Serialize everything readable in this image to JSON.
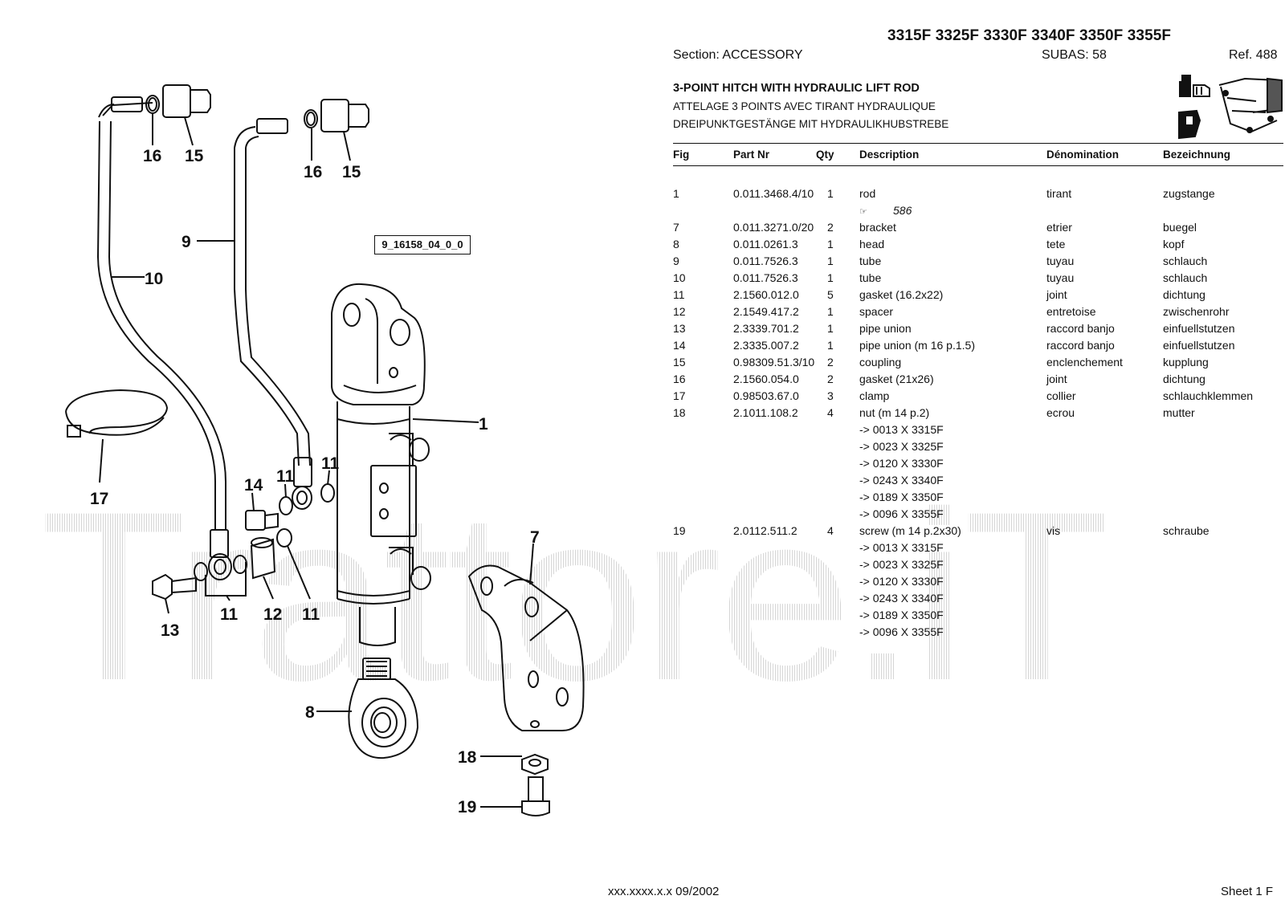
{
  "header": {
    "models": "3315F 3325F 3330F 3340F 3350F 3355F",
    "section": "Section: ACCESSORY",
    "subas": "SUBAS: 58",
    "ref": "Ref. 488",
    "title_en": "3-POINT HITCH WITH HYDRAULIC LIFT ROD",
    "title_fr": "ATTELAGE 3 POINTS AVEC TIRANT HYDRAULIQUE",
    "title_de": "DREIPUNKTGESTÄNGE MIT HYDRAULIKHUBSTREBE"
  },
  "columns": {
    "fig": "Fig",
    "part": "Part Nr",
    "qty": "Qty",
    "desc": "Description",
    "den": "Dénomination",
    "bez": "Bezeichnung"
  },
  "rows": [
    {
      "fig": "1",
      "part": "0.011.3468.4/10",
      "qty": "1",
      "desc": "rod",
      "den": "tirant",
      "bez": "zugstange"
    },
    {
      "note_icon": "pointing-hand-icon",
      "note": "586"
    },
    {
      "fig": "7",
      "part": "0.011.3271.0/20",
      "qty": "2",
      "desc": "bracket",
      "den": "etrier",
      "bez": "buegel"
    },
    {
      "fig": "8",
      "part": "0.011.0261.3",
      "qty": "1",
      "desc": "head",
      "den": "tete",
      "bez": "kopf"
    },
    {
      "fig": "9",
      "part": "0.011.7526.3",
      "qty": "1",
      "desc": "tube",
      "den": "tuyau",
      "bez": "schlauch"
    },
    {
      "fig": "10",
      "part": "0.011.7526.3",
      "qty": "1",
      "desc": "tube",
      "den": "tuyau",
      "bez": "schlauch"
    },
    {
      "fig": "11",
      "part": "2.1560.012.0",
      "qty": "5",
      "desc": "gasket (16.2x22)",
      "den": "joint",
      "bez": "dichtung"
    },
    {
      "fig": "12",
      "part": "2.1549.417.2",
      "qty": "1",
      "desc": "spacer",
      "den": "entretoise",
      "bez": "zwischenrohr"
    },
    {
      "fig": "13",
      "part": "2.3339.701.2",
      "qty": "1",
      "desc": "pipe union",
      "den": "raccord banjo",
      "bez": "einfuellstutzen"
    },
    {
      "fig": "14",
      "part": "2.3335.007.2",
      "qty": "1",
      "desc": "pipe union (m 16 p.1.5)",
      "den": "raccord banjo",
      "bez": "einfuellstutzen"
    },
    {
      "fig": "15",
      "part": "0.98309.51.3/10",
      "qty": "2",
      "desc": "coupling",
      "den": "enclenchement",
      "bez": "kupplung"
    },
    {
      "fig": "16",
      "part": "2.1560.054.0",
      "qty": "2",
      "desc": "gasket (21x26)",
      "den": "joint",
      "bez": "dichtung"
    },
    {
      "fig": "17",
      "part": "0.98503.67.0",
      "qty": "3",
      "desc": "clamp",
      "den": "collier",
      "bez": "schlauchklemmen"
    },
    {
      "fig": "18",
      "part": "2.1011.108.2",
      "qty": "4",
      "desc": "nut (m 14 p.2)",
      "den": "ecrou",
      "bez": "mutter"
    },
    {
      "desc": "-> 0013 X  3315F"
    },
    {
      "desc": "-> 0023 X  3325F"
    },
    {
      "desc": "-> 0120 X  3330F"
    },
    {
      "desc": "-> 0243 X  3340F"
    },
    {
      "desc": "-> 0189 X  3350F"
    },
    {
      "desc": "-> 0096 X  3355F"
    },
    {
      "fig": "19",
      "part": "2.0112.511.2",
      "qty": "4",
      "desc": "screw (m 14 p.2x30)",
      "den": "vis",
      "bez": "schraube"
    },
    {
      "desc": "-> 0013 X  3315F"
    },
    {
      "desc": "-> 0023 X  3325F"
    },
    {
      "desc": "-> 0120 X  3330F"
    },
    {
      "desc": "-> 0243 X  3340F"
    },
    {
      "desc": "-> 0189 X  3350F"
    },
    {
      "desc": "-> 0096 X  3355F"
    }
  ],
  "diagram": {
    "reference": "9_16158_04_0_0",
    "callouts": [
      "16",
      "15",
      "16",
      "15",
      "9",
      "10",
      "1",
      "17",
      "14",
      "11",
      "11",
      "13",
      "11",
      "12",
      "11",
      "7",
      "8",
      "18",
      "19"
    ]
  },
  "watermark": "Trattore.iT",
  "footer": {
    "code": "xxx.xxxx.x.x  09/2002",
    "sheet": "Sheet 1 F"
  }
}
